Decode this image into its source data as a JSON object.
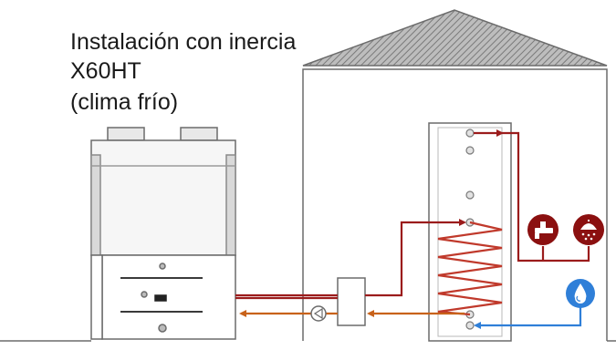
{
  "title": {
    "line1": "Instalación con inercia",
    "line2": "X60HT",
    "line3": "(clima frío)"
  },
  "colors": {
    "background": "#ffffff",
    "outline": "#6b6b6b",
    "roof_hatch": "#8a8a8a",
    "heating_pipe": "#9b1c1c",
    "return_pipe": "#c8621a",
    "cold_water_pipe": "#2f7fd8",
    "coil": "#c0392b",
    "hot_water_icon_bg": "#8b1010",
    "cold_water_icon_bg": "#2f7fd8"
  },
  "icons": [
    "pump-icon",
    "faucet-icon",
    "shower-icon",
    "water-drop-icon"
  ]
}
